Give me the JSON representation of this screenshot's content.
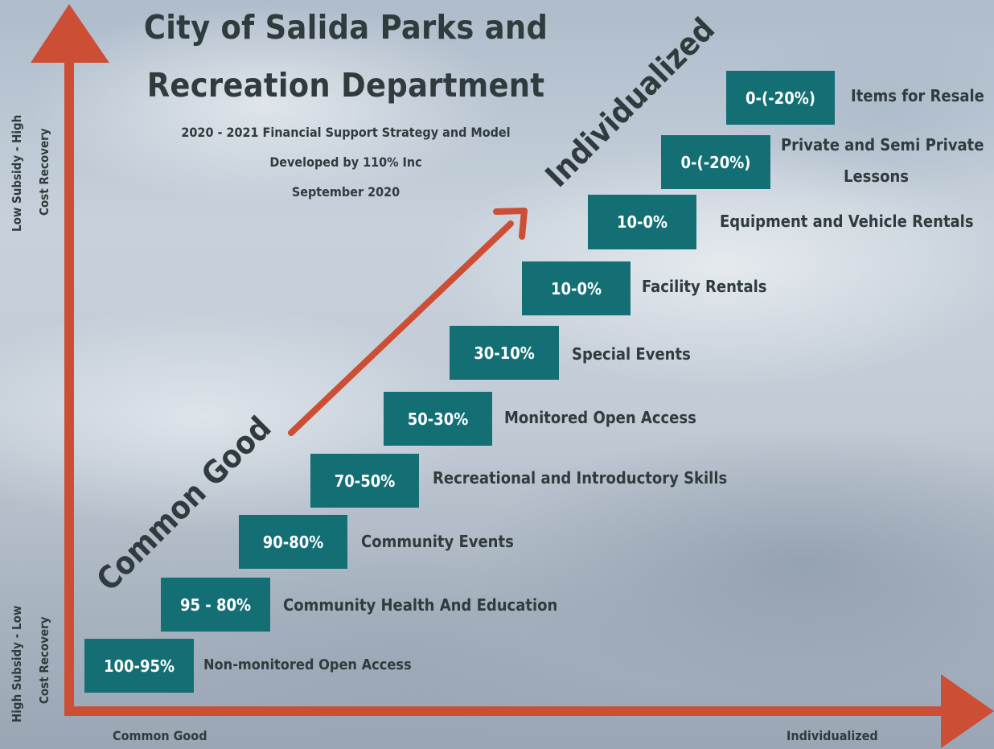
{
  "title_line1": "City of Salida Parks and",
  "title_line2": "Recreation Department",
  "subtitle_lines": [
    "2020 - 2021 Financial Support Strategy and Model",
    "Developed by 110% Inc",
    "September 2020"
  ],
  "diagonal_labels": {
    "common": "Common Good",
    "individual": "Individualized"
  },
  "y_axis_labels": {
    "top_line1": "Low Subsidy - High",
    "top_line2": "Cost Recovery",
    "bottom_line1": "High Subsidy - Low",
    "bottom_line2": "Cost Recovery"
  },
  "x_axis_labels": {
    "left": "Common Good",
    "right": "Individualized"
  },
  "tiers": [
    {
      "range": "100-95%",
      "label": "Non-monitored Open Access"
    },
    {
      "range": "95 - 80%",
      "label": "Community Health And Education"
    },
    {
      "range": "90-80%",
      "label": "Community Events"
    },
    {
      "range": "70-50%",
      "label": "Recreational and Introductory Skills"
    },
    {
      "range": "50-30%",
      "label": "Monitored Open Access"
    },
    {
      "range": "30-10%",
      "label": "Special Events"
    },
    {
      "range": "10-0%",
      "label": "Facility Rentals"
    },
    {
      "range": "10-0%",
      "label": "Equipment and Vehicle Rentals"
    },
    {
      "range": "0-(-20%)",
      "label": "Private and Semi Private",
      "label_line2": "Lessons"
    },
    {
      "range": "0-(-20%)",
      "label": "Items for Resale"
    }
  ],
  "colors": {
    "arrow": "#cc4f35",
    "box": "#136f74",
    "text": "#2f3b3d"
  }
}
